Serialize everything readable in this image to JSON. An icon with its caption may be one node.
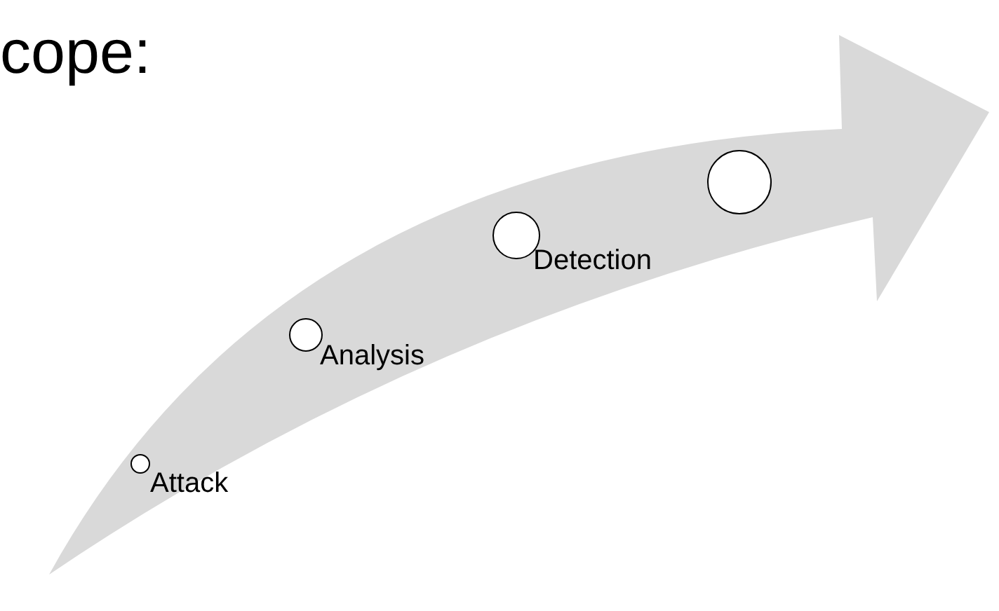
{
  "diagram": {
    "title": "cope:",
    "nodes": [
      {
        "text": [],
        "shape": "circle",
        "beside": [
          "Attack"
        ]
      },
      {
        "text": [],
        "shape": "circle",
        "beside": [
          "Analysis"
        ]
      },
      {
        "text": [],
        "shape": "circle",
        "beside": [
          "Detection"
        ]
      },
      {
        "text": [],
        "shape": "circle"
      }
    ]
  }
}
